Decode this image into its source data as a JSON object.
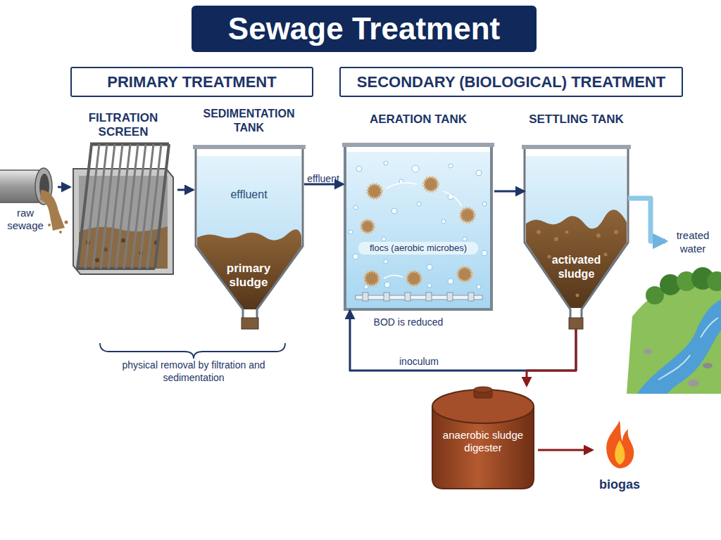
{
  "diagram": {
    "title": "Sewage Treatment",
    "nodes": [
      {
        "text": [
          "PRIMARY TREATMENT"
        ]
      },
      {
        "text": [
          "SECONDARY (BIOLOGICAL) TREATMENT"
        ]
      },
      {
        "text": [
          "raw sewage"
        ]
      },
      {
        "text": [
          "FILTRATION SCREEN"
        ]
      },
      {
        "text": [
          "SEDIMENTATION TANK",
          "effluent",
          "primary sludge"
        ]
      },
      {
        "text": [
          "AERATION TANK",
          "flocs (aerobic microbes)"
        ]
      },
      {
        "text": [
          "SETTLING TANK",
          "activated sludge"
        ]
      },
      {
        "text": [
          "treated water"
        ]
      },
      {
        "text": [
          "anaerobic sludge digester"
        ]
      },
      {
        "text": [
          "biogas"
        ]
      }
    ],
    "edges": [
      {
        "from": 2,
        "to": 3,
        "arrow": "to"
      },
      {
        "from": 3,
        "to": 4,
        "arrow": "to"
      },
      {
        "from": 4,
        "to": 5,
        "label": "effluent",
        "arrow": "to"
      },
      {
        "from": 5,
        "to": 6,
        "arrow": "to"
      },
      {
        "from": 6,
        "to": 7,
        "arrow": "to"
      },
      {
        "from": 6,
        "to": 5,
        "label": "inoculum",
        "arrow": "to"
      },
      {
        "from": 6,
        "to": 8,
        "arrow": "to"
      },
      {
        "from": 8,
        "to": 9,
        "arrow": "to"
      }
    ],
    "labels": [
      "BOD is reduced",
      "physical removal by filtration and sedimentation"
    ]
  }
}
